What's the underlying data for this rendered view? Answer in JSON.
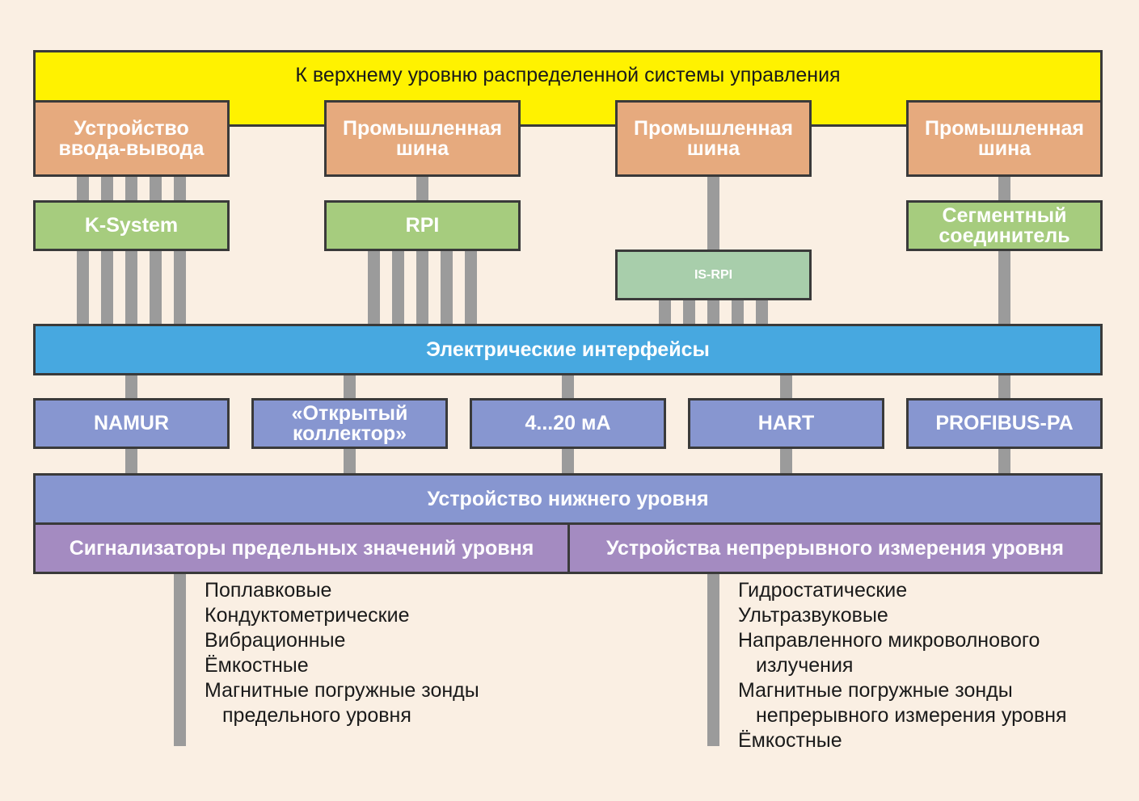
{
  "top_bar": "К верхнему уровню распределенной системы управления",
  "level1": [
    {
      "line1": "Устройство",
      "line2": "ввода-вывода"
    },
    {
      "line1": "Промышленная",
      "line2": "шина"
    },
    {
      "line1": "Промышленная",
      "line2": "шина"
    },
    {
      "line1": "Промышленная",
      "line2": "шина"
    }
  ],
  "level2": {
    "k_system": "K-System",
    "rpi": "RPI",
    "is_rpi": "IS-RPI",
    "segment_line1": "Сегментный",
    "segment_line2": "соединитель"
  },
  "electrical": "Электрические интерфейсы",
  "interfaces": [
    {
      "line1": "NAMUR",
      "line2": ""
    },
    {
      "line1": "«Открытый",
      "line2": "коллектор»"
    },
    {
      "line1": "4...20 мА",
      "line2": ""
    },
    {
      "line1": "HART",
      "line2": ""
    },
    {
      "line1": "PROFIBUS-PA",
      "line2": ""
    }
  ],
  "device": "Устройство нижнего уровня",
  "left_category": "Сигнализаторы предельных значений уровня",
  "right_category": "Устройства непрерывного измерения уровня",
  "left_list": {
    "item1": "Поплавковые",
    "item2": "Кондуктометрические",
    "item3": "Вибрационные",
    "item4": "Ёмкостные",
    "item5": "Магнитные погружные зонды",
    "item5b": "предельного уровня"
  },
  "right_list": {
    "item1": "Гидростатические",
    "item2": "Ультразвуковые",
    "item3": "Направленного микроволнового",
    "item3b": "излучения",
    "item4": "Магнитные погружные зонды",
    "item4b": "непрерывного измерения уровня",
    "item5": "Ёмкостные"
  },
  "colors": {
    "background": "#faefe3",
    "top_bar": "#fff200",
    "level1": "#e6aa7e",
    "level2": "#a6cc7e",
    "electrical": "#47a8e0",
    "interfaces": "#8796d0",
    "categories": "#a48bc1",
    "connector": "#9b9b9b"
  }
}
